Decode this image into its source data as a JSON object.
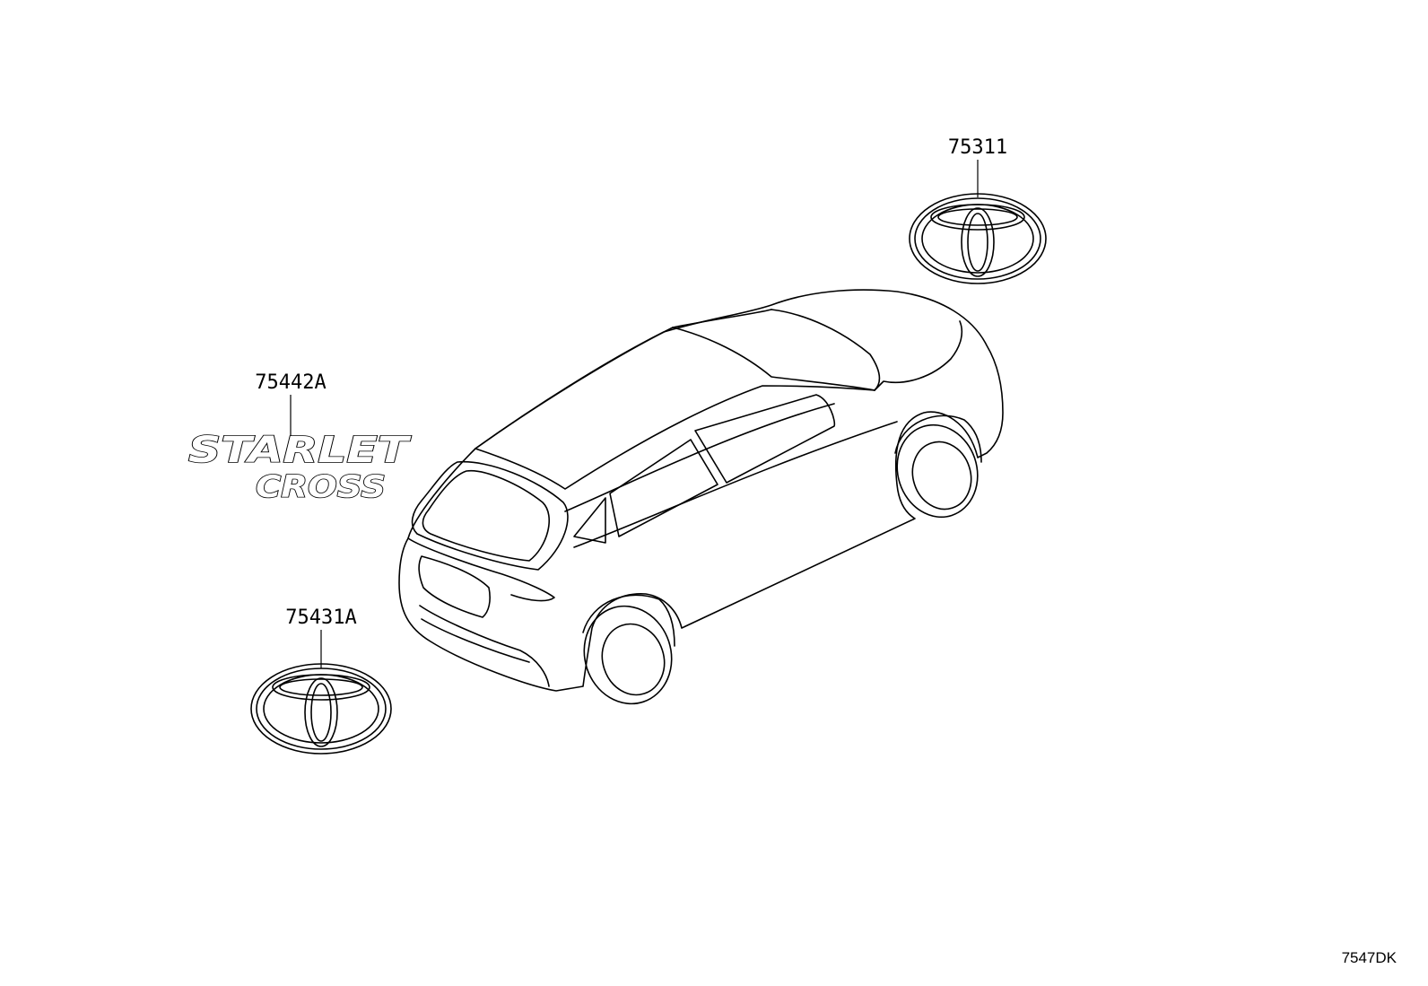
{
  "callouts": {
    "rear_emblem": "75431A",
    "front_emblem": "75311",
    "name_emblem": "75442A"
  },
  "name_emblem_text": {
    "line1": "STARLET",
    "line2": "CROSS"
  },
  "diagram_code": "7547DK"
}
